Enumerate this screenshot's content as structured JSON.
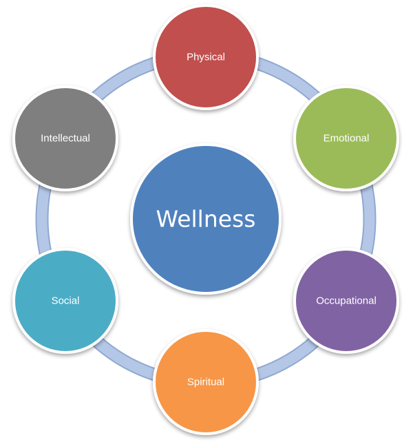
{
  "diagram": {
    "center": {
      "label": "Wellness",
      "color": "#4F81BD"
    },
    "nodes": [
      {
        "id": "physical",
        "label": "Physical",
        "color": "#C0504D"
      },
      {
        "id": "emotional",
        "label": "Emotional",
        "color": "#9BBB59"
      },
      {
        "id": "occupational",
        "label": "Occupational",
        "color": "#8064A2"
      },
      {
        "id": "spiritual",
        "label": "Spiritual",
        "color": "#F79646"
      },
      {
        "id": "social",
        "label": "Social",
        "color": "#4BACC6"
      },
      {
        "id": "intellectual",
        "label": "Intellectual",
        "color": "#7F7F7F"
      }
    ],
    "ring_color": "#B4C7E7",
    "ring_edge_color": "#8FA8D0"
  }
}
